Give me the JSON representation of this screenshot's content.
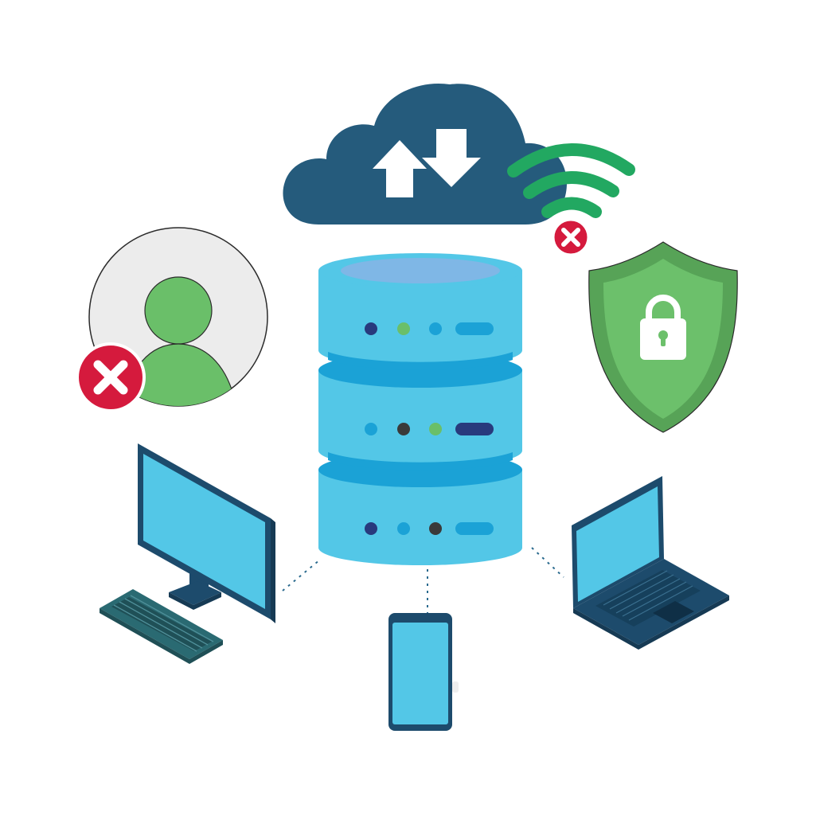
{
  "illustration": {
    "subject": "network-security",
    "icons": [
      "cloud-sync-icon",
      "wifi-icon",
      "user-icon",
      "database-server-icon",
      "shield-lock-icon",
      "desktop-computer-icon",
      "keyboard-icon",
      "laptop-icon",
      "smartphone-icon",
      "error-badge-icon"
    ],
    "status": {
      "user_access": "denied",
      "wifi_connection": "disconnected",
      "security": "locked"
    }
  },
  "colors": {
    "cloud": "#255b7c",
    "server_light": "#53c7e7",
    "server_dark": "#1ba2d6",
    "server_top": "#7fb7e6",
    "wifi": "#22a861",
    "shield": "#6cc06b",
    "shield_rim": "#57a357",
    "user_figure": "#6abf69",
    "user_bg": "#ececec",
    "error_badge": "#d51a3d",
    "device_frame": "#1d4b6c",
    "device_screen": "#53c7e7"
  }
}
